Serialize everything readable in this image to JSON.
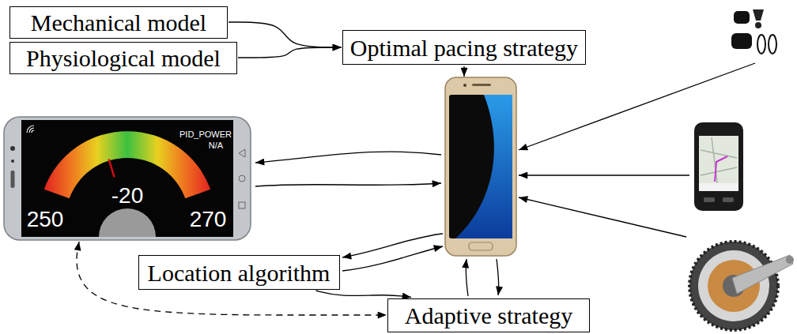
{
  "diagram": {
    "nodes": [
      {
        "text": [
          "Mechanical model"
        ]
      },
      {
        "text": [
          "Physiological model"
        ]
      },
      {
        "text": [
          "Optimal pacing strategy"
        ]
      },
      {
        "text": [
          "PID_POWER",
          "N/A",
          "-20",
          "250",
          "270"
        ]
      },
      {
        "text": [
          "Location algorithm"
        ]
      },
      {
        "text": [
          "Adaptive strategy"
        ]
      }
    ],
    "edges": [
      {
        "from": 0,
        "to": 2,
        "arrow": "to"
      },
      {
        "from": 1,
        "to": 2,
        "arrow": "to"
      },
      {
        "from": 4,
        "to": 5,
        "arrow": "to"
      },
      {
        "from": 3,
        "to": 5,
        "arrow": "both"
      }
    ]
  }
}
